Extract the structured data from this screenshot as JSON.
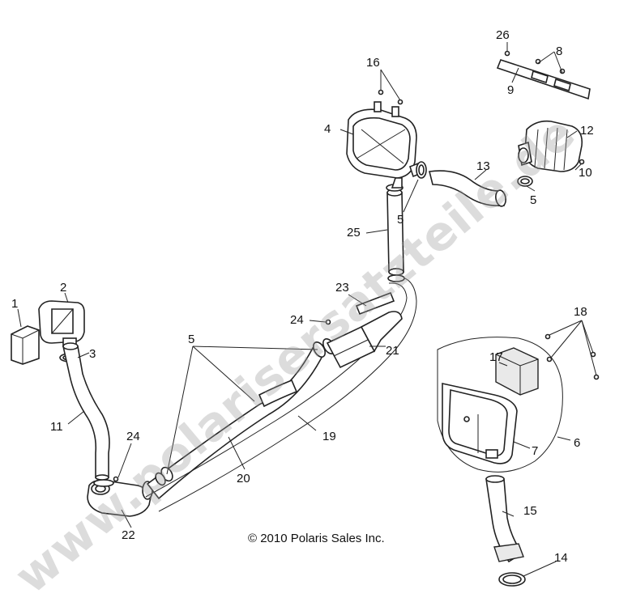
{
  "callouts": {
    "c1": "1",
    "c2": "2",
    "c3": "3",
    "c4": "4",
    "c5a": "5",
    "c5b": "5",
    "c5c": "5",
    "c6": "6",
    "c7": "7",
    "c8": "8",
    "c9": "9",
    "c10": "10",
    "c11": "11",
    "c12": "12",
    "c13": "13",
    "c14": "14",
    "c15": "15",
    "c16": "16",
    "c17": "17",
    "c18": "18",
    "c19": "19",
    "c20": "20",
    "c21": "21",
    "c22": "22",
    "c23": "23",
    "c24a": "24",
    "c24b": "24",
    "c25": "25",
    "c26": "26"
  },
  "copyright": "© 2010 Polaris Sales Inc.",
  "watermark": "www.polarisersatzteile.de",
  "colors": {
    "line": "#222222",
    "watermark": "#9a9a9a"
  }
}
